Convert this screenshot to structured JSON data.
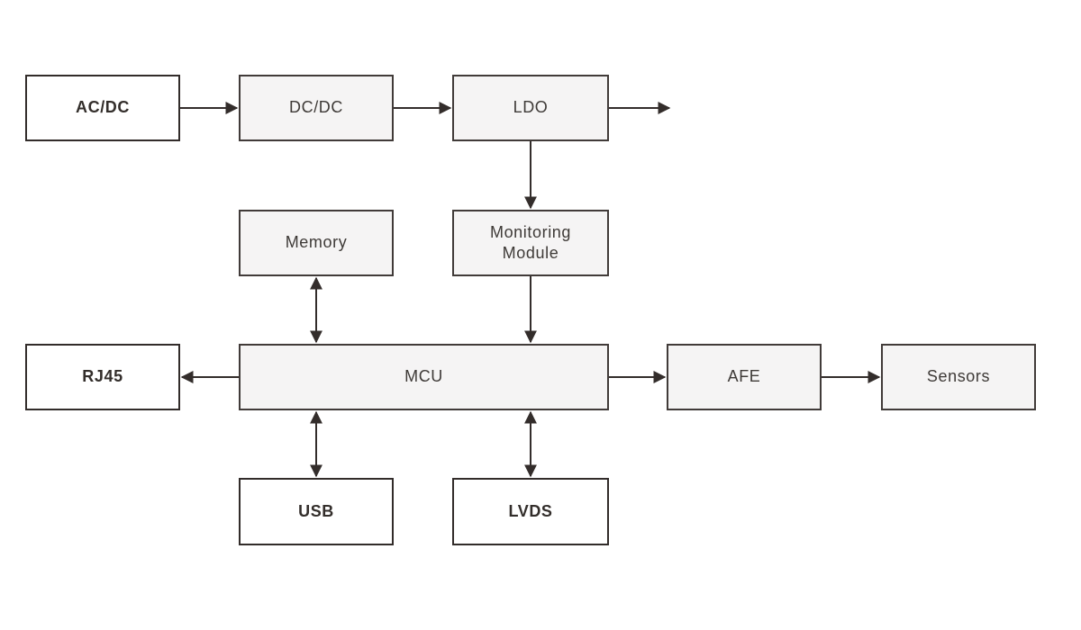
{
  "diagram": {
    "nodes": [
      {
        "id": "acdc",
        "label": "AC/DC",
        "variant": "plain"
      },
      {
        "id": "dcdc",
        "label": "DC/DC",
        "variant": "filled"
      },
      {
        "id": "ldo",
        "label": "LDO",
        "variant": "filled"
      },
      {
        "id": "memory",
        "label": "Memory",
        "variant": "filled"
      },
      {
        "id": "monitoring",
        "label": "Monitoring Module",
        "variant": "filled"
      },
      {
        "id": "rj45",
        "label": "RJ45",
        "variant": "plain"
      },
      {
        "id": "mcu",
        "label": "MCU",
        "variant": "filled"
      },
      {
        "id": "afe",
        "label": "AFE",
        "variant": "filled"
      },
      {
        "id": "sensors",
        "label": "Sensors",
        "variant": "filled"
      },
      {
        "id": "usb",
        "label": "USB",
        "variant": "plain"
      },
      {
        "id": "lvds",
        "label": "LVDS",
        "variant": "plain"
      }
    ],
    "edges": [
      {
        "from": "AC/DC",
        "to": "DC/DC",
        "direction": "one-way"
      },
      {
        "from": "DC/DC",
        "to": "LDO",
        "direction": "one-way"
      },
      {
        "from": "LDO",
        "to": "external output",
        "direction": "one-way"
      },
      {
        "from": "LDO",
        "to": "Monitoring Module",
        "direction": "one-way"
      },
      {
        "from": "Monitoring Module",
        "to": "MCU",
        "direction": "one-way"
      },
      {
        "from": "Memory",
        "to": "MCU",
        "direction": "two-way"
      },
      {
        "from": "MCU",
        "to": "RJ45",
        "direction": "one-way"
      },
      {
        "from": "MCU",
        "to": "AFE",
        "direction": "one-way"
      },
      {
        "from": "AFE",
        "to": "Sensors",
        "direction": "one-way"
      },
      {
        "from": "MCU",
        "to": "USB",
        "direction": "two-way"
      },
      {
        "from": "MCU",
        "to": "LVDS",
        "direction": "two-way"
      }
    ],
    "colors": {
      "background": "#ffffff",
      "box_fill_gray": "#f5f4f4",
      "box_fill_white": "#ffffff",
      "border_dark": "#322c2a",
      "border_gray_box": "#413b39",
      "arrow": "#332d2b",
      "text": "#3e3a37"
    }
  }
}
